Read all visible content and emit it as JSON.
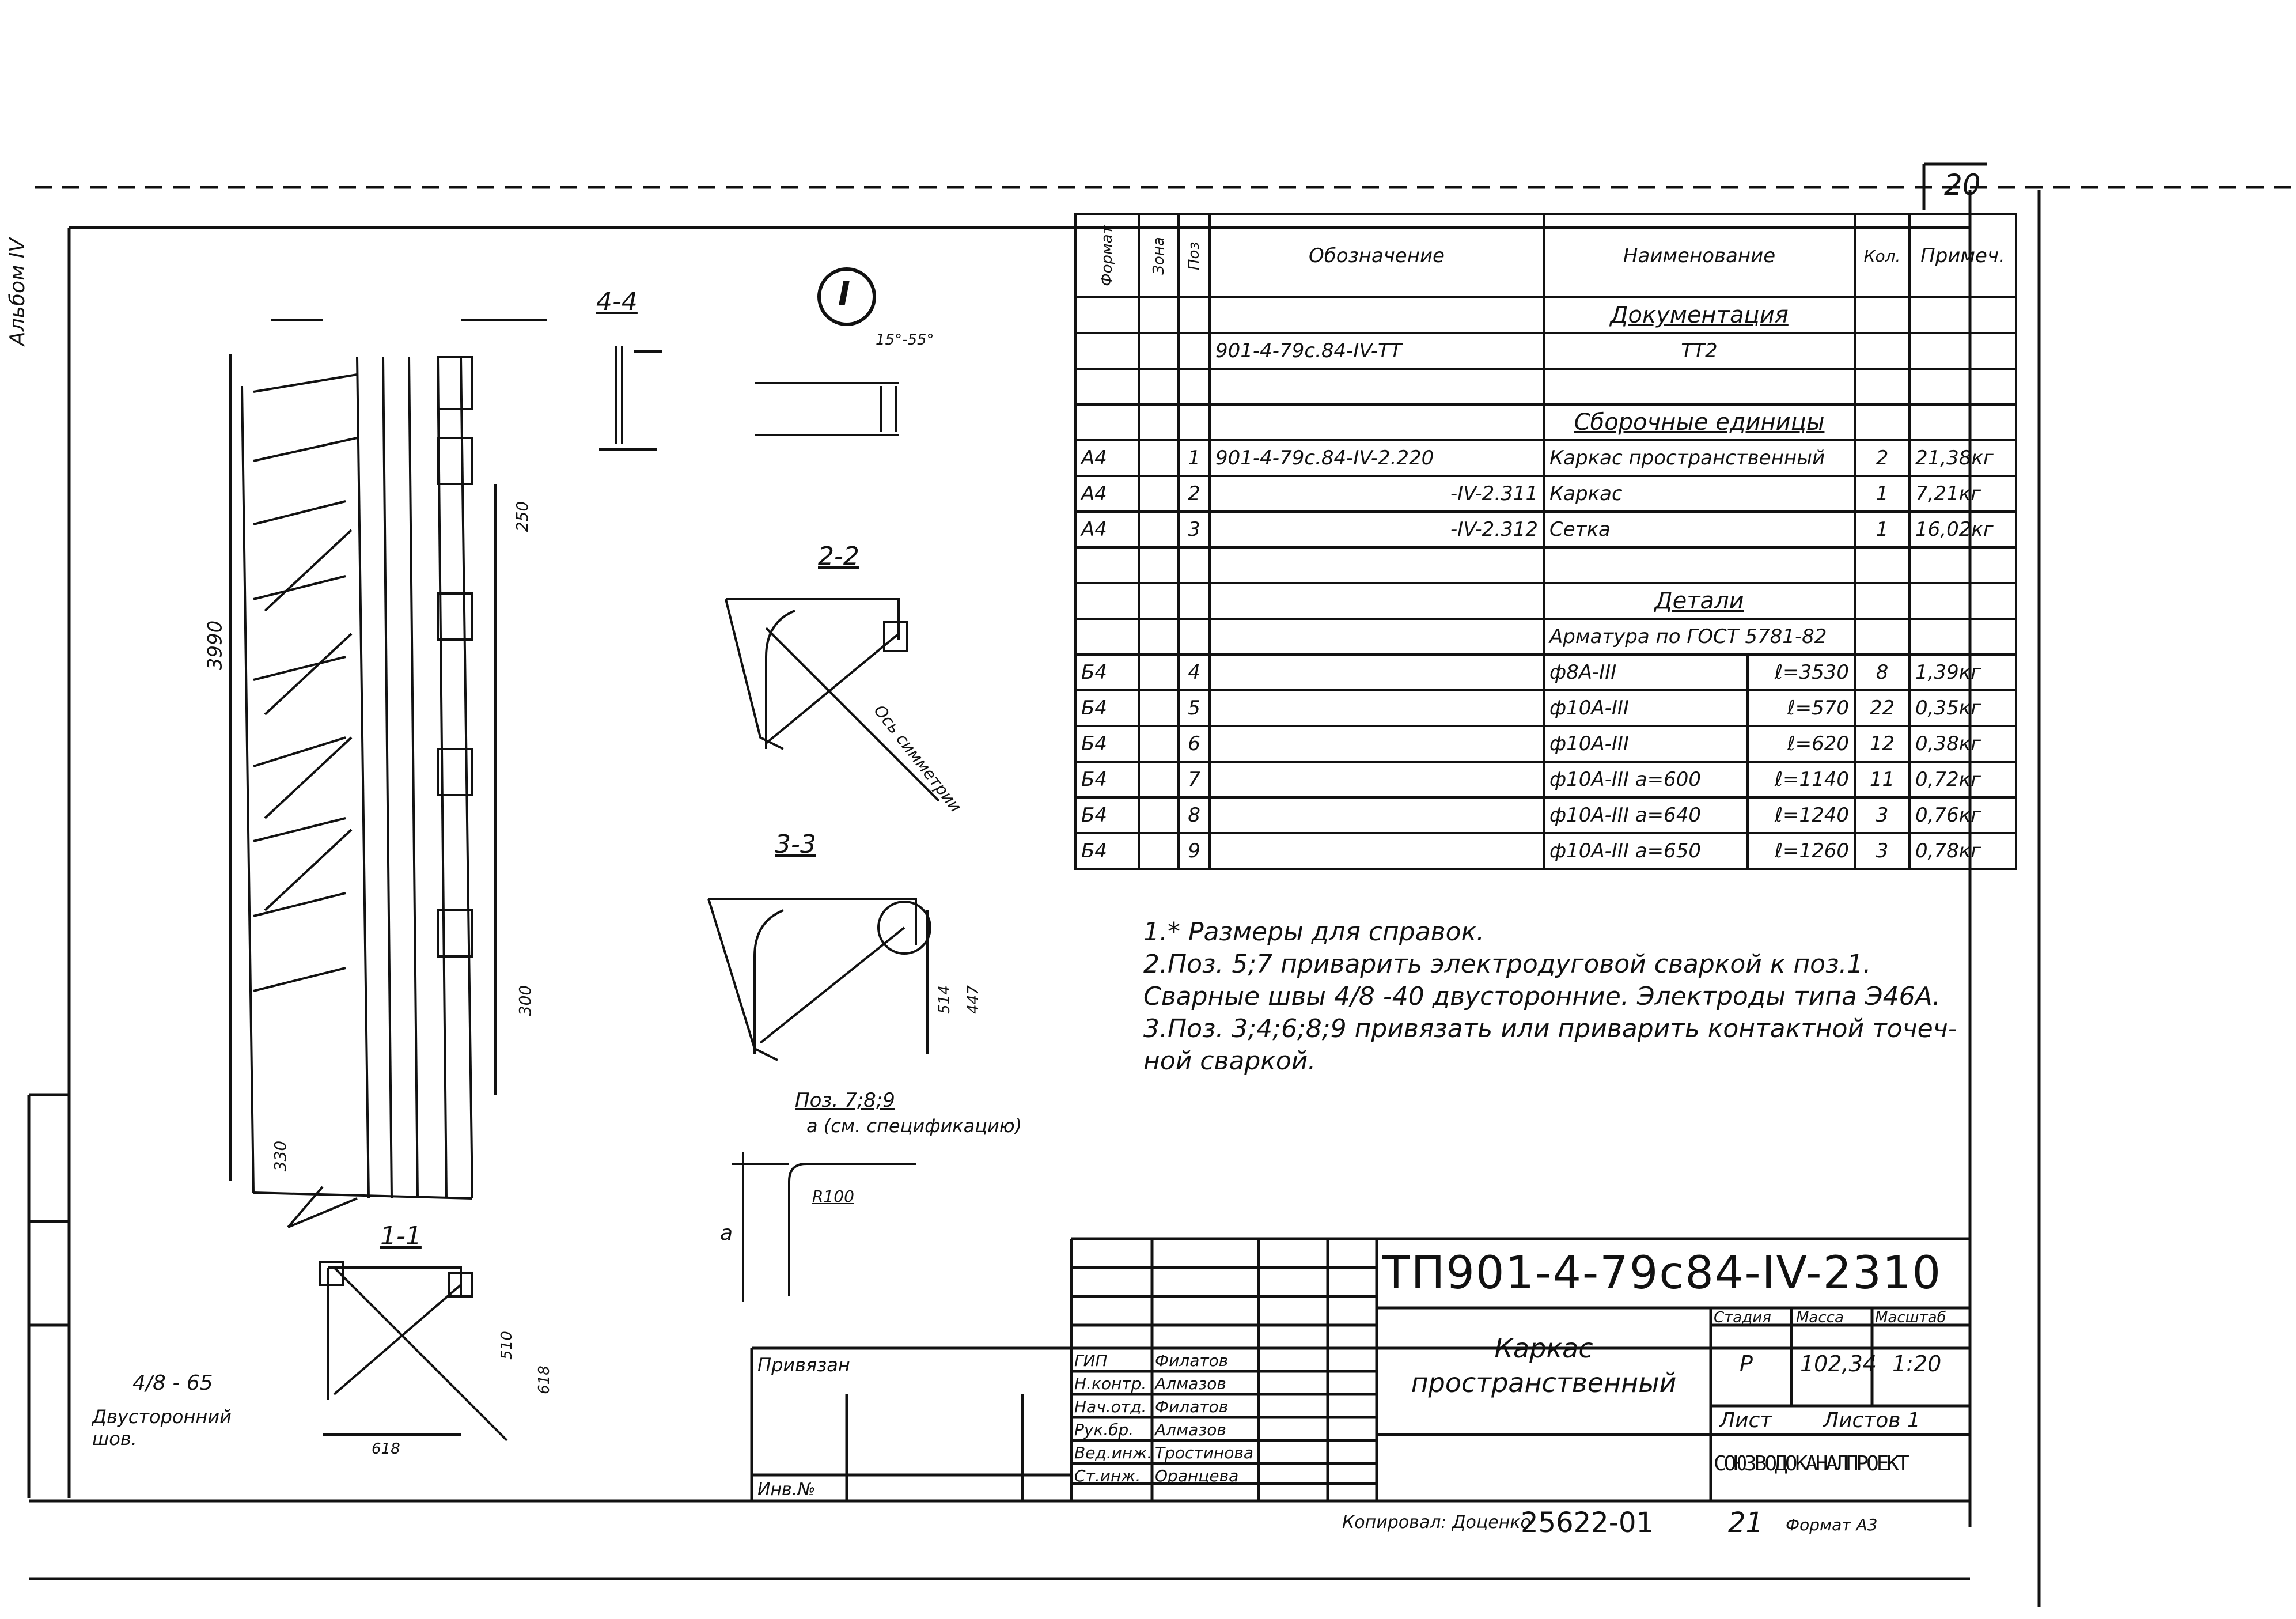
{
  "sheet_number": "20",
  "side_label": "Альбом IV",
  "spec_table": {
    "headers": {
      "format": "Формат",
      "zone": "Зона",
      "pos": "Поз",
      "designation": "Обозначение",
      "name": "Наименование",
      "qty": "Кол.",
      "note": "Примеч."
    },
    "sections": {
      "documentation": "Документация",
      "assemblies": "Сборочные единицы",
      "details": "Детали"
    },
    "doc_row": {
      "designation": "901-4-79с.84-IV-ТТ",
      "name": "ТТ2"
    },
    "assembly_rows": [
      {
        "format": "А4",
        "pos": "1",
        "designation": "901-4-79с.84-IV-2.220",
        "name": "Каркас пространственный",
        "qty": "2",
        "note": "21,38кг"
      },
      {
        "format": "А4",
        "pos": "2",
        "designation": "-IV-2.311",
        "name": "Каркас",
        "qty": "1",
        "note": "7,21кг"
      },
      {
        "format": "А4",
        "pos": "3",
        "designation": "-IV-2.312",
        "name": "Сетка",
        "qty": "1",
        "note": "16,02кг"
      }
    ],
    "rebar_standard": "Арматура по ГОСТ 5781-82",
    "detail_rows": [
      {
        "format": "Б4",
        "pos": "4",
        "name": "ф8А-III",
        "length": "ℓ=3530",
        "qty": "8",
        "note": "1,39кг"
      },
      {
        "format": "Б4",
        "pos": "5",
        "name": "ф10А-III",
        "length": "ℓ=570",
        "qty": "22",
        "note": "0,35кг"
      },
      {
        "format": "Б4",
        "pos": "6",
        "name": "ф10А-III",
        "length": "ℓ=620",
        "qty": "12",
        "note": "0,38кг"
      },
      {
        "format": "Б4",
        "pos": "7",
        "name": "ф10А-III a=600",
        "length": "ℓ=1140",
        "qty": "11",
        "note": "0,72кг"
      },
      {
        "format": "Б4",
        "pos": "8",
        "name": "ф10А-III a=640",
        "length": "ℓ=1240",
        "qty": "3",
        "note": "0,76кг"
      },
      {
        "format": "Б4",
        "pos": "9",
        "name": "ф10А-III a=650",
        "length": "ℓ=1260",
        "qty": "3",
        "note": "0,78кг"
      }
    ]
  },
  "notes": [
    "1.* Размеры для справок.",
    "2.Поз. 5;7 приварить электродуговой сваркой к поз.1.",
    "Сварные швы 4/8 -40 двусторонние. Электроды типа Э46А.",
    "3.Поз. 3;4;6;8;9 привязать или приварить контактной точеч-",
    "ной сваркой."
  ],
  "drawing_labels": {
    "callout_I": "I",
    "section_4_4": "4-4",
    "section_2_2": "2-2",
    "section_3_3": "3-3",
    "section_1_1": "1-1",
    "pos_789": "Поз. 7;8;9",
    "spec_note": "a (см. спецификацию)",
    "r100": "R100",
    "dim_3990": "3990",
    "dim_250": "250",
    "dim_300": "300",
    "dim_330": "330",
    "dim_514": "514",
    "dim_447": "447",
    "dim_618": "618",
    "dim_510": "510",
    "weld_mark": "4/8 - 65",
    "weld_text": "Двусторонний шов.",
    "angle": "15°-55°",
    "axis_text": "Ось симметрии",
    "letter_a": "a"
  },
  "title_block": {
    "doc_code": "ТП901-4-79с84-IV-2310",
    "title": "Каркас пространственный",
    "stage_h": "Стадия",
    "mass_h": "Масса",
    "scale_h": "Масштаб",
    "stage": "Р",
    "mass": "102,34",
    "scale": "1:20",
    "sheet_h": "Лист",
    "sheets_h": "Листов 1",
    "org": "СОЮЗВОДОКАНАЛПРОЕКТ",
    "attached": "Привязан",
    "inv": "Инв.№",
    "roles": [
      {
        "role": "ГИП",
        "name": "Филатов"
      },
      {
        "role": "Н.контр.",
        "name": "Алмазов"
      },
      {
        "role": "Нач.отд.",
        "name": "Филатов"
      },
      {
        "role": "Рук.бр.",
        "name": "Алмазов"
      },
      {
        "role": "Вед.инж.",
        "name": "Тростинова"
      },
      {
        "role": "Ст.инж.",
        "name": "Оранцева"
      }
    ],
    "copied": "Копировал: Доценко",
    "order": "25622-01",
    "copy_sheet": "21",
    "format": "Формат А3"
  }
}
